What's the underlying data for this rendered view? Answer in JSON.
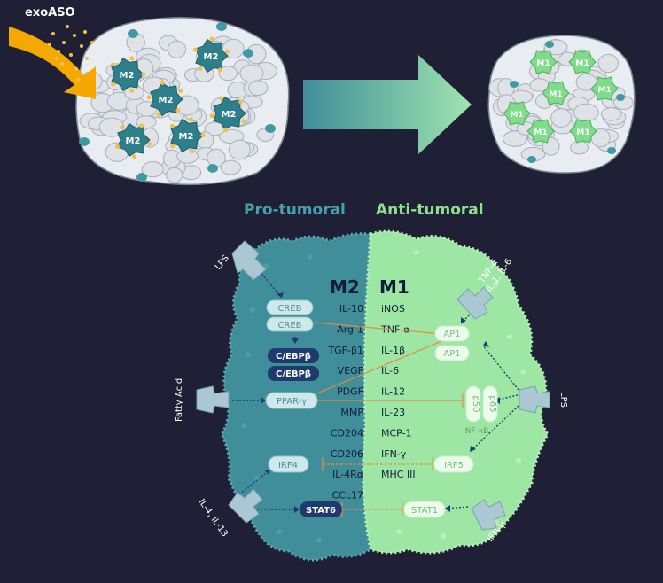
{
  "top": {
    "exo_label": "exoASO",
    "m2_label": "M2",
    "m1_label": "M1"
  },
  "headings": {
    "pro": "Pro-tumoral",
    "anti": "Anti-tumoral"
  },
  "cell": {
    "m2_title": "M2",
    "m1_title": "M1",
    "m2_markers": [
      "IL-10",
      "Arg-1",
      "TGF-β1",
      "VEGF",
      "PDGF",
      "MMP",
      "CD204",
      "CD206",
      "IL-4Rα",
      "CCL17"
    ],
    "m1_markers": [
      "iNOS",
      "TNF-α",
      "IL-1β",
      "IL-6",
      "IL-12",
      "IL-23",
      "MCP-1",
      "IFN-γ",
      "MHC III"
    ],
    "nodes": {
      "creb": "CREB",
      "cebp": "C/EBPβ",
      "ppar": "PPAR-γ",
      "irf4": "IRF4",
      "stat6": "STAT6",
      "ap1": "AP1",
      "p50": "p50",
      "p65": "p65",
      "nfkb": "NF-κB",
      "irf5": "IRF5",
      "stat1": "STAT1"
    },
    "receptors": {
      "lps_left": "LPS",
      "fatty_acid": "Fatty Acid",
      "il4_il13": "IL-4, IL-13",
      "tnf_l1": "TNF-α",
      "tnf_l2": "IL-1, IL-6",
      "lps_right": "LPS",
      "ifn": "IFN-γ"
    }
  },
  "colors": {
    "background": "#1f2035",
    "teal": "#3f8e99",
    "green": "#9ee6a4",
    "arrow_orange": "#f5a800",
    "navy": "#233a6e"
  }
}
